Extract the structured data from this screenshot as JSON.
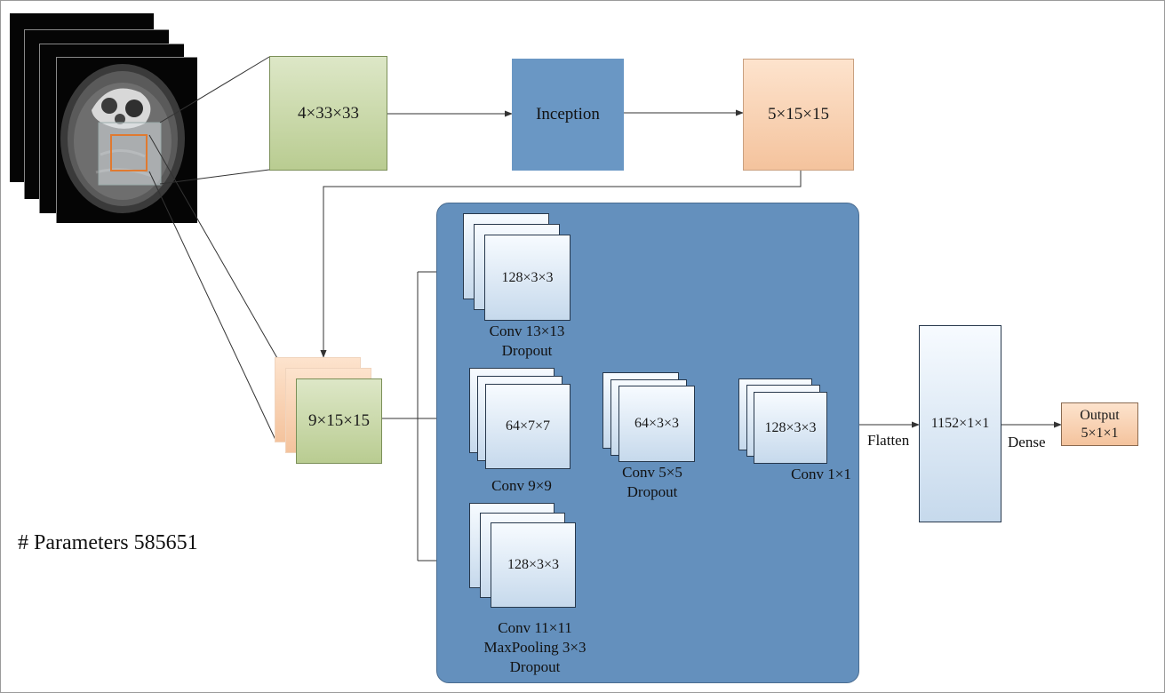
{
  "input_image": {
    "caption": ""
  },
  "nodes": {
    "patch": "4×33×33",
    "inception": "Inception",
    "inception_out": "5×15×15",
    "concat": "9×15×15",
    "top_block": "128×3×3",
    "mid_block_a": "64×7×7",
    "mid_block_b": "64×3×3",
    "merge_block": "128×3×3",
    "bottom_block": "128×3×3",
    "flatten_out": "1152×1×1",
    "output_line1": "Output",
    "output_line2": "5×1×1"
  },
  "captions": {
    "top": "Conv 13×13\nDropout",
    "mid_a": "Conv 9×9",
    "mid_b": "Conv 5×5\nDropout",
    "merge": "Conv 1×1",
    "bottom": "Conv 11×11\nMaxPooling 3×3\nDropout"
  },
  "edge_labels": {
    "flatten": "Flatten",
    "dense": "Dense"
  },
  "params_text": "# Parameters 585651",
  "colors": {
    "panel": "#6490bd",
    "green": "#c4d6a0",
    "peach": "#f8cbad",
    "inception": "#6a97c4",
    "pale_blue": "#dde9f5",
    "wire": "#333333"
  }
}
